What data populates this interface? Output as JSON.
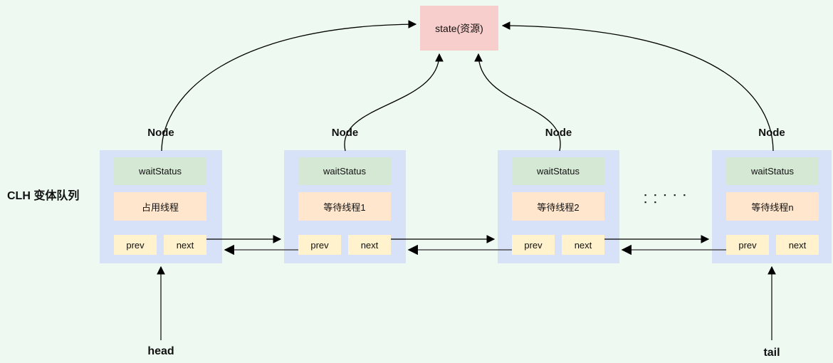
{
  "diagram": {
    "queue_label": "CLH 变体队列",
    "state_box_label": "state(资源)",
    "head_label": "head",
    "tail_label": "tail",
    "ellipsis": "▪ ▪ ▪ ▪ ▪ ▪ ▪"
  },
  "nodes": [
    {
      "title": "Node",
      "wait_status": "waitStatus",
      "thread_label": "占用线程",
      "prev_label": "prev",
      "next_label": "next"
    },
    {
      "title": "Node",
      "wait_status": "waitStatus",
      "thread_label": "等待线程1",
      "prev_label": "prev",
      "next_label": "next"
    },
    {
      "title": "Node",
      "wait_status": "waitStatus",
      "thread_label": "等待线程2",
      "prev_label": "prev",
      "next_label": "next"
    },
    {
      "title": "Node",
      "wait_status": "waitStatus",
      "thread_label": "等待线程n",
      "prev_label": "prev",
      "next_label": "next"
    }
  ],
  "colors": {
    "background": "#eefaf1",
    "node_container": "#d7e1f8",
    "wait_status_fill": "#d5e8d4",
    "thread_fill": "#ffe6cc",
    "pointer_fill": "#fff2cc",
    "state_fill": "#f8cecc",
    "arrow": "#000000"
  }
}
